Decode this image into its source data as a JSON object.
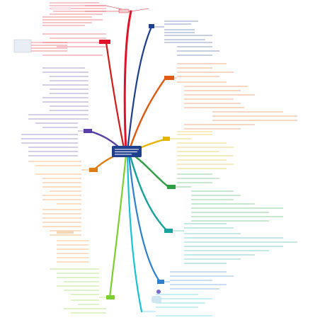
{
  "center": {
    "title_lines": []
  },
  "branches": [
    {
      "name": "top-red",
      "color": "#e0122a"
    },
    {
      "name": "upper-right-blue",
      "color": "#1f3f8f"
    },
    {
      "name": "right-orange",
      "color": "#e05a12"
    },
    {
      "name": "right-yellow",
      "color": "#e6b300"
    },
    {
      "name": "right-green",
      "color": "#2ea043"
    },
    {
      "name": "right-teal",
      "color": "#15a39b"
    },
    {
      "name": "lower-right-blue",
      "color": "#2c7fd1"
    },
    {
      "name": "bottom-cyan",
      "color": "#19c3d6"
    },
    {
      "name": "lower-left-lime",
      "color": "#7ccf2e"
    },
    {
      "name": "left-orange",
      "color": "#e07b12"
    },
    {
      "name": "left-purple",
      "color": "#5b3fa8"
    },
    {
      "name": "upper-left-red",
      "color": "#d21a1a"
    }
  ],
  "center_color": "#1f3f8f"
}
